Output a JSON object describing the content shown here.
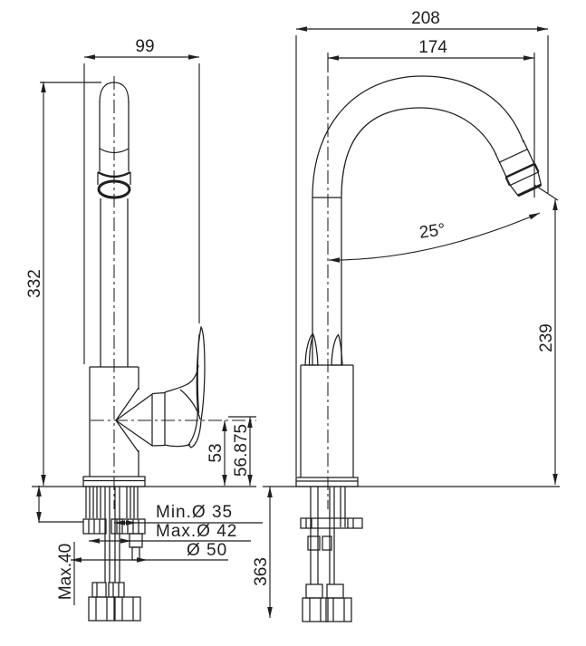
{
  "drawing": {
    "background": "#ffffff",
    "line_color": "#1f1f1f",
    "dims": {
      "spout_width": "99",
      "height_to_spout_top": "332",
      "side_overall_depth": "208",
      "spout_reach": "174",
      "spout_angle": "25°",
      "outlet_height": "239",
      "handle_axis_height": "53",
      "handle_top_height": "56.875",
      "supply_hose_length": "363",
      "max_counter_thickness": "Max.40",
      "min_hole_diameter": "Min.Ø 35",
      "max_hole_diameter": "Max.Ø 42",
      "base_diameter": "Ø 50"
    }
  }
}
